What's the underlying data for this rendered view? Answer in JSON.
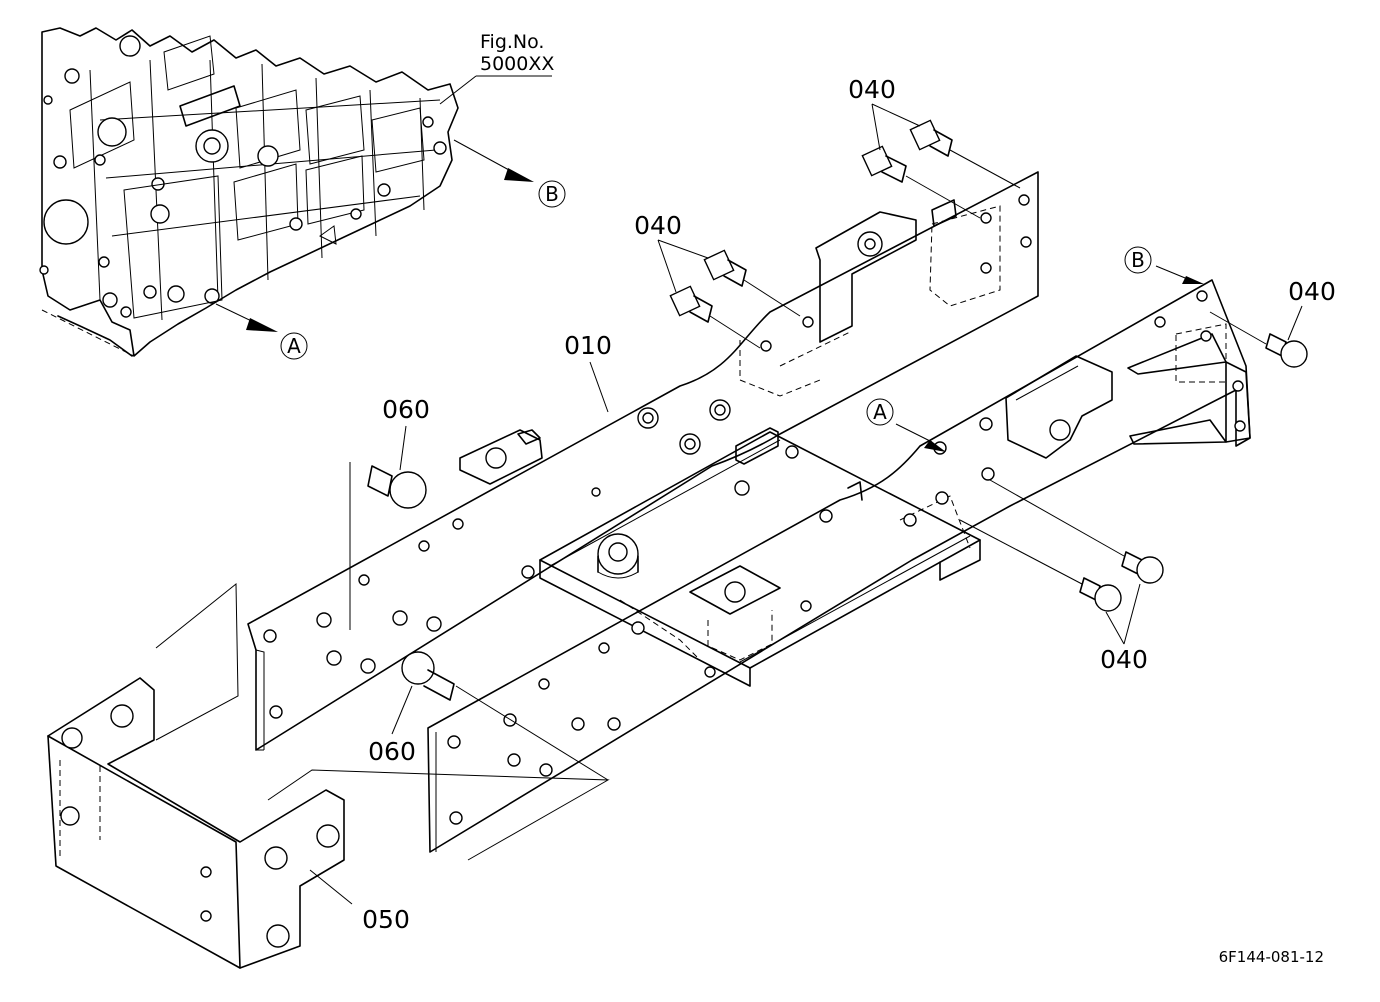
{
  "figure_reference": {
    "line1": "Fig.No.",
    "line2": "5000XX"
  },
  "callouts": {
    "p010": "010",
    "p040_top": "040",
    "p040_mid": "040",
    "p040_right": "040",
    "p040_bottom": "040",
    "p050": "050",
    "p060_top": "060",
    "p060_bottom": "060"
  },
  "view_markers": {
    "a_engine": "A",
    "b_engine": "B",
    "a_frame": "A",
    "b_frame": "B"
  },
  "drawing_code": "6F144-081-12"
}
